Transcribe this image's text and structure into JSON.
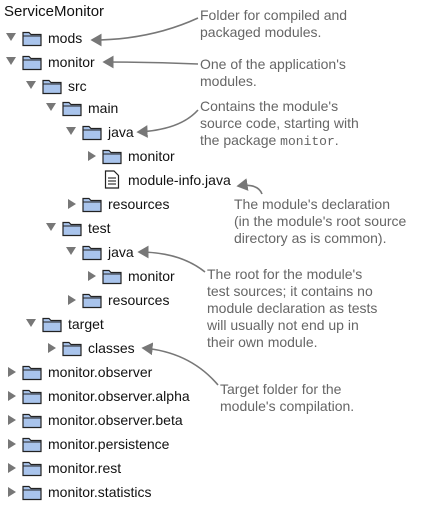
{
  "root": "ServiceMonitor",
  "tree": [
    {
      "label": "mods",
      "state": "expanded",
      "icon": "folder-icon"
    },
    {
      "label": "monitor",
      "state": "expanded",
      "icon": "folder-icon"
    },
    {
      "label": "src",
      "state": "expanded",
      "icon": "folder-icon"
    },
    {
      "label": "main",
      "state": "expanded",
      "icon": "folder-icon"
    },
    {
      "label": "java",
      "state": "expanded",
      "icon": "folder-icon"
    },
    {
      "label": "monitor",
      "state": "collapsed",
      "icon": "folder-icon"
    },
    {
      "label": "module-info.java",
      "state": "leaf",
      "icon": "file-icon"
    },
    {
      "label": "resources",
      "state": "collapsed",
      "icon": "folder-icon"
    },
    {
      "label": "test",
      "state": "expanded",
      "icon": "folder-icon"
    },
    {
      "label": "java",
      "state": "expanded",
      "icon": "folder-icon"
    },
    {
      "label": "monitor",
      "state": "collapsed",
      "icon": "folder-icon"
    },
    {
      "label": "resources",
      "state": "collapsed",
      "icon": "folder-icon"
    },
    {
      "label": "target",
      "state": "expanded",
      "icon": "folder-icon"
    },
    {
      "label": "classes",
      "state": "collapsed",
      "icon": "folder-icon"
    },
    {
      "label": "monitor.observer",
      "state": "collapsed",
      "icon": "folder-icon"
    },
    {
      "label": "monitor.observer.alpha",
      "state": "collapsed",
      "icon": "folder-icon"
    },
    {
      "label": "monitor.observer.beta",
      "state": "collapsed",
      "icon": "folder-icon"
    },
    {
      "label": "monitor.persistence",
      "state": "collapsed",
      "icon": "folder-icon"
    },
    {
      "label": "monitor.rest",
      "state": "collapsed",
      "icon": "folder-icon"
    },
    {
      "label": "monitor.statistics",
      "state": "collapsed",
      "icon": "folder-icon"
    }
  ],
  "annotations": [
    {
      "id": "mods-note",
      "lines": [
        "Folder for compiled and",
        "packaged modules."
      ]
    },
    {
      "id": "monitor-note",
      "lines": [
        "One of the application's",
        "modules."
      ]
    },
    {
      "id": "java-note",
      "lines": [
        "Contains the module's",
        "source code, starting with"
      ],
      "last_line_prefix": "the package ",
      "last_line_code": "monitor",
      "last_line_suffix": "."
    },
    {
      "id": "module-info-note",
      "lines": [
        "The module's declaration",
        "(in the module's root source",
        "directory as is common)."
      ]
    },
    {
      "id": "test-java-note",
      "lines": [
        "The root for the module's",
        "test sources; it contains no",
        "module declaration as tests",
        "will usually not end up in",
        "their own module."
      ]
    },
    {
      "id": "classes-note",
      "lines": [
        "Target folder for the",
        "module's compilation."
      ]
    }
  ],
  "colors": {
    "folder_fill": "#a9c4ec",
    "folder_stroke": "#222222",
    "triangle": "#777777",
    "arrow": "#777777",
    "note_text": "#666666",
    "label_text": "#111111"
  }
}
